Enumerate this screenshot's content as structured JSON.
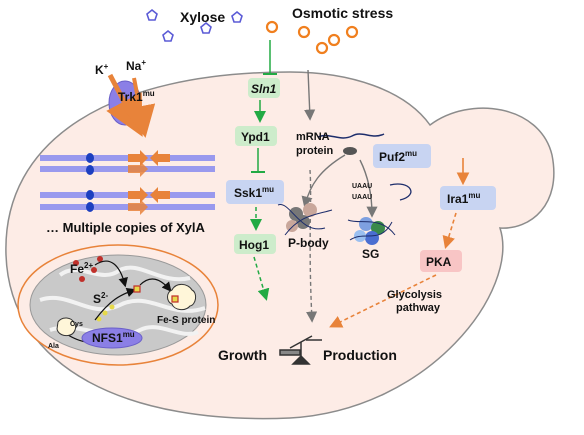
{
  "top_labels": {
    "xylose": "Xylose",
    "osmotic_stress": "Osmotic stress"
  },
  "ions": {
    "potassium": "K",
    "potassium_sup": "+",
    "sodium": "Na",
    "sodium_sup": "+"
  },
  "transporter": {
    "name": "Trk1",
    "sup": "mu"
  },
  "xyla_caption": "… Multiple copies of XylA",
  "mitochondrion": {
    "fe": "Fe",
    "fe_sup": "2+",
    "sulfide": "S",
    "sulfide_sup": "2-",
    "cys": "Cys",
    "ala": "Ala",
    "fes_protein": "Fe-S protein",
    "nfs1": "NFS1",
    "nfs1_sup": "mu"
  },
  "pathway": {
    "sln1": "Sln1",
    "ypd1": "Ypd1",
    "ssk1": "Ssk1",
    "ssk1_sup": "mu",
    "hog1": "Hog1",
    "mrna_line1": "mRNA",
    "mrna_line2": "protein",
    "puf2": "Puf2",
    "puf2_sup": "mu",
    "uaau_1": "UAAU",
    "uaau_2": "UAAU",
    "p_body": "P-body",
    "sg": "SG",
    "ira1": "Ira1",
    "ira1_sup": "mu",
    "pka": "PKA",
    "glycolysis_line1": "Glycolysis",
    "glycolysis_line2": "pathway"
  },
  "outputs": {
    "growth": "Growth",
    "production": "Production"
  },
  "colors": {
    "cell_fill": "#fdece6",
    "cell_stroke": "#8c8c8c",
    "green_box": "#cdeccb",
    "blue_box": "#c8d4f2",
    "pink_box": "#f8c5c5",
    "green_arrow": "#22aa44",
    "gray_arrow": "#777777",
    "orange_arrow": "#e8833a",
    "xylose_icon": "#5b5bd6",
    "osmotic_icon": "#f07f1e",
    "dna_bar": "#9999ee"
  }
}
